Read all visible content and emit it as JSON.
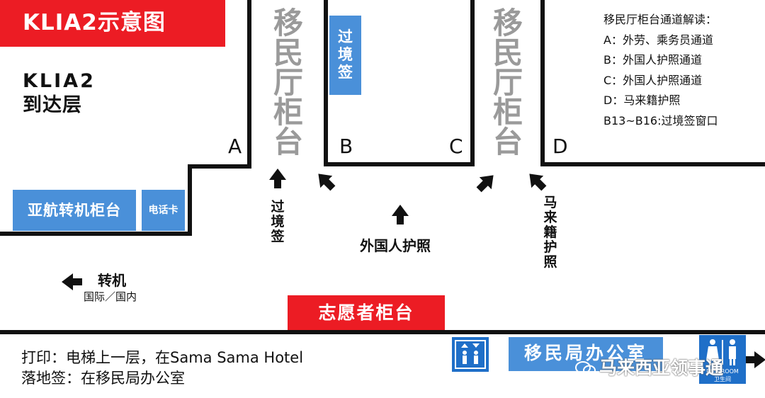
{
  "title": "KLIA2示意图",
  "floor": {
    "line1": "KLIA2",
    "line2": "到达层"
  },
  "immigration_label_left": [
    "移",
    "民",
    "厅",
    "柜",
    "台"
  ],
  "immigration_label_right": [
    "移",
    "民",
    "厅",
    "柜",
    "台"
  ],
  "transit_visa_box": [
    "过",
    "境",
    "签"
  ],
  "gates": {
    "a": "A",
    "b": "B",
    "c": "C",
    "d": "D"
  },
  "legend": {
    "title": "移民厅柜台通道解读：",
    "items": [
      "A：外劳、乘务员通道",
      "B：外国人护照通道",
      "C：外国人护照通道",
      "D：马来籍护照",
      "B13~B16:过境签窗口"
    ]
  },
  "airasia_transfer_counter": "亚航转机柜台",
  "phone_card": "电话卡",
  "arrow_labels": {
    "transit_visa": [
      "过",
      "境",
      "签"
    ],
    "foreign_passport": "外国人护照",
    "malaysian_passport": [
      "马",
      "来",
      "籍",
      "护",
      "照"
    ]
  },
  "transfer": {
    "label": "转机",
    "sub": "国际／国内"
  },
  "volunteer_counter": "志愿者柜台",
  "footer_notes": [
    "打印：电梯上一层，在Sama Sama Hotel",
    "落地签：在移民局办公室"
  ],
  "immigration_office": "移民局办公室",
  "restroom": {
    "en": "RESTROOM",
    "cn": "卫生间"
  },
  "watermark": "马来西亚领事通",
  "colors": {
    "red": "#ec1c24",
    "blue": "#4a90d9",
    "wall": "#111111",
    "grey_text": "#9a9a9a"
  }
}
